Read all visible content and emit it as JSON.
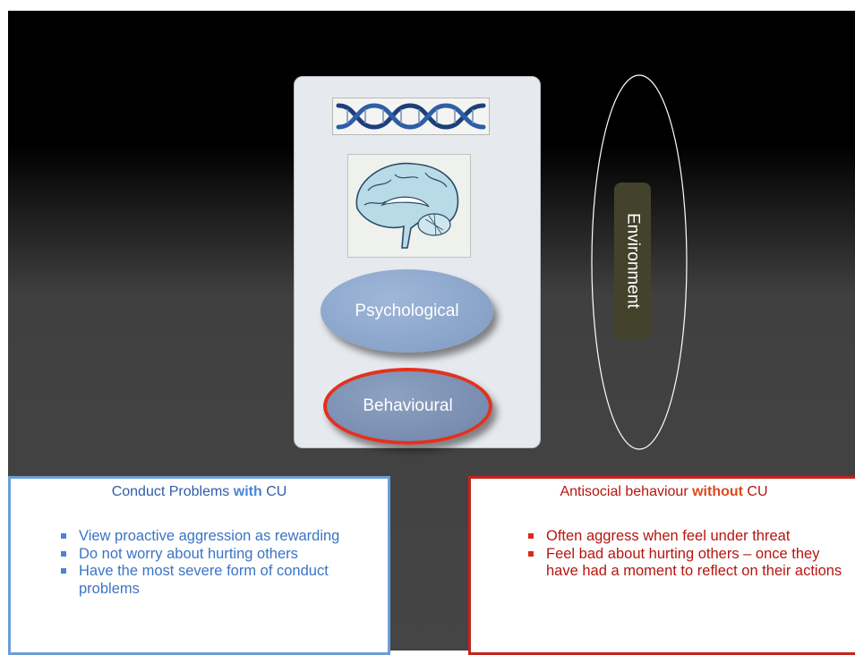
{
  "diagram": {
    "psychological_label": "Psychological",
    "behavioural_label": "Behavioural",
    "environment_label": "Environment"
  },
  "left_box": {
    "title_prefix": "Conduct Problems ",
    "title_bold": "with",
    "title_suffix": " CU",
    "items": [
      "View proactive aggression as rewarding",
      "Do not worry about hurting others",
      "Have the most severe form of conduct problems"
    ]
  },
  "right_box": {
    "title_prefix": "Antisocial behaviour ",
    "title_bold": "without",
    "title_suffix": " CU",
    "items": [
      "Often aggress when feel under threat",
      "Feel bad about hurting others – once they have had a moment to reflect on their actions"
    ]
  },
  "colors": {
    "left_accent": "#6a9fd4",
    "right_accent": "#c42419",
    "behavioural_outline": "#e3311e"
  },
  "icons": [
    "dna-helix-image",
    "brain-sagittal-image"
  ]
}
